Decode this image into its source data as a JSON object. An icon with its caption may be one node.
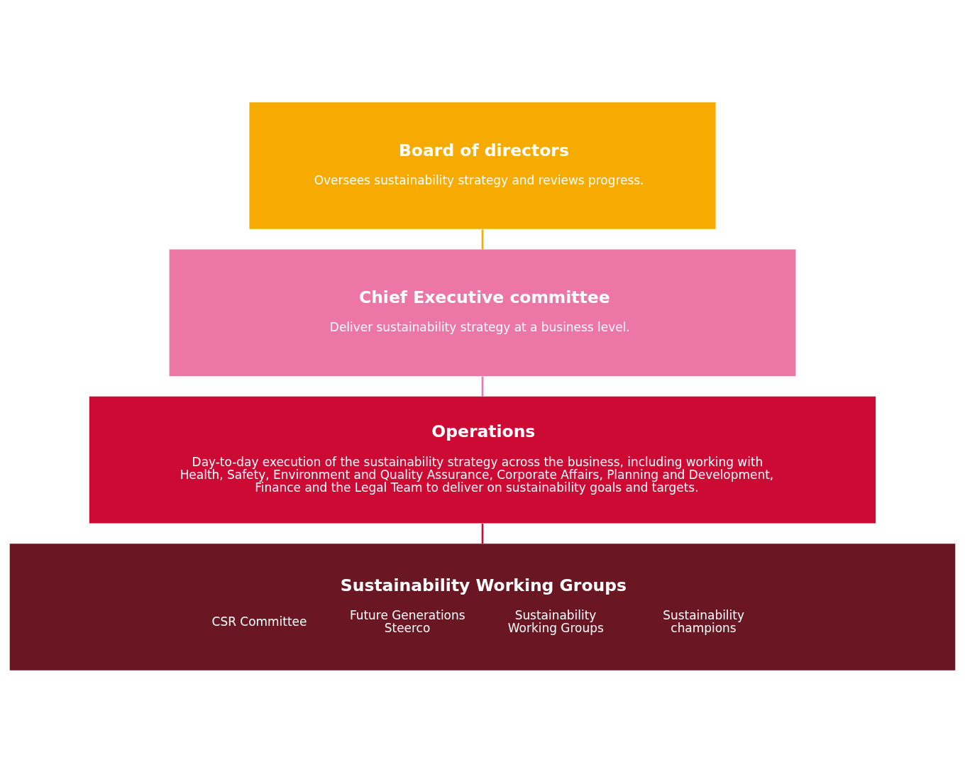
{
  "diagram": {
    "nodes": [
      {
        "text": [
          "Board of directors",
          "Oversees sustainability strategy and reviews progress."
        ]
      },
      {
        "text": [
          "Chief Executive committee",
          "Deliver sustainability strategy at a business level."
        ]
      },
      {
        "text": [
          "Operations",
          "Day-to-day execution of the sustainability strategy across the business, including working with Health, Safety, Environment and Quality Assurance, Corporate Affairs, Planning and Development, Finance and the Legal Team to deliver on sustainability goals and targets."
        ]
      },
      {
        "text": [
          "Sustainability Working Groups",
          "CSR Committee",
          "Future Generations Steerco",
          "Sustainability Working Groups",
          "Sustainability champions"
        ]
      }
    ],
    "edges": [
      {
        "from": 0,
        "to": 1,
        "arrow": "none",
        "color": "#f7ab00"
      },
      {
        "from": 1,
        "to": 2,
        "arrow": "none",
        "color": "#ec77a6"
      },
      {
        "from": 2,
        "to": 3,
        "arrow": "none",
        "color": "#cc0a34"
      }
    ]
  }
}
